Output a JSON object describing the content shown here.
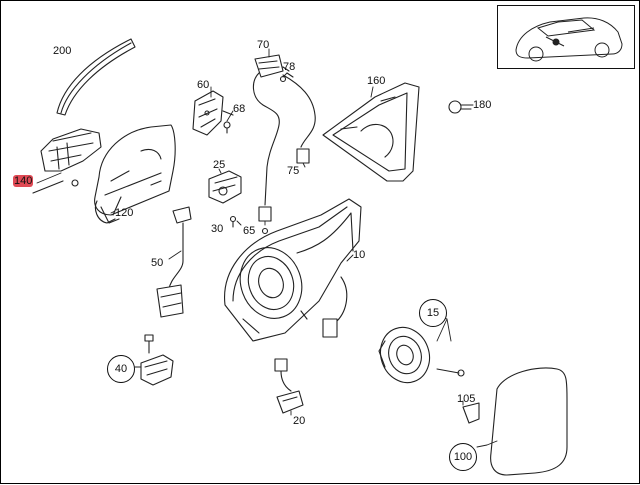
{
  "parts": {
    "p10": "10",
    "p15": "15",
    "p20": "20",
    "p25": "25",
    "p30": "30",
    "p40": "40",
    "p50": "50",
    "p60": "60",
    "p65": "65",
    "p68": "68",
    "p70": "70",
    "p75": "75",
    "p78": "78",
    "p100": "100",
    "p105": "105",
    "p120": "120",
    "p140": "140",
    "p160": "160",
    "p180": "180",
    "p200": "200"
  },
  "highlight_color": "#e04a55"
}
